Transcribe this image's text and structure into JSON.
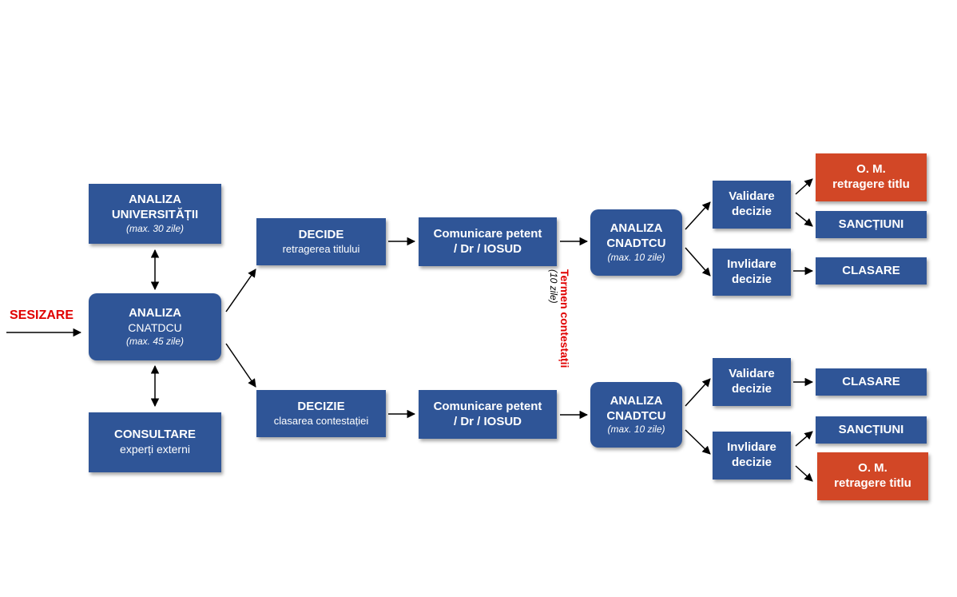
{
  "colors": {
    "box_blue": "#2f5597",
    "box_orange": "#d24726",
    "accent_red": "#e00000"
  },
  "sesizare": "SESIZARE",
  "analiza_univ": {
    "title_1": "ANALIZA",
    "title_2": "UNIVERSITĂȚII",
    "note": "(max. 30 zile)"
  },
  "analiza_cnatdcu": {
    "title": "ANALIZA",
    "subtitle": "CNATDCU",
    "note": "(max. 45 zile)"
  },
  "consultare": {
    "title": "CONSULTARE",
    "subtitle": "experți externi"
  },
  "decide": {
    "title": "DECIDE",
    "subtitle": "retragerea titlului"
  },
  "decizie": {
    "title": "DECIZIE",
    "subtitle": "clasarea contestației"
  },
  "comunicare_top": {
    "line_1": "Comunicare petent",
    "line_2": "/ Dr / IOSUD"
  },
  "comunicare_bottom": {
    "line_1": "Comunicare petent",
    "line_2": "/ Dr / IOSUD"
  },
  "termen": {
    "title": "Termen contestații",
    "note": "(10 zile)"
  },
  "cnadtcu_top": {
    "title_1": "ANALIZA",
    "title_2": "CNADTCU",
    "note": "(max. 10 zile)"
  },
  "cnadtcu_bottom": {
    "title_1": "ANALIZA",
    "title_2": "CNADTCU",
    "note": "(max. 10 zile)"
  },
  "validare_top": {
    "line_1": "Validare",
    "line_2": "decizie"
  },
  "invalidare_top": {
    "line_1": "Invlidare",
    "line_2": "decizie"
  },
  "validare_bottom": {
    "line_1": "Validare",
    "line_2": "decizie"
  },
  "invalidare_bottom": {
    "line_1": "Invlidare",
    "line_2": "decizie"
  },
  "om_top": {
    "line_1": "O. M.",
    "line_2": "retragere titlu"
  },
  "sanctiuni_top": "SANCȚIUNI",
  "clasare_top": "CLASARE",
  "clasare_bottom": "CLASARE",
  "sanctiuni_bottom": "SANCȚIUNI",
  "om_bottom": {
    "line_1": "O. M.",
    "line_2": "retragere titlu"
  }
}
